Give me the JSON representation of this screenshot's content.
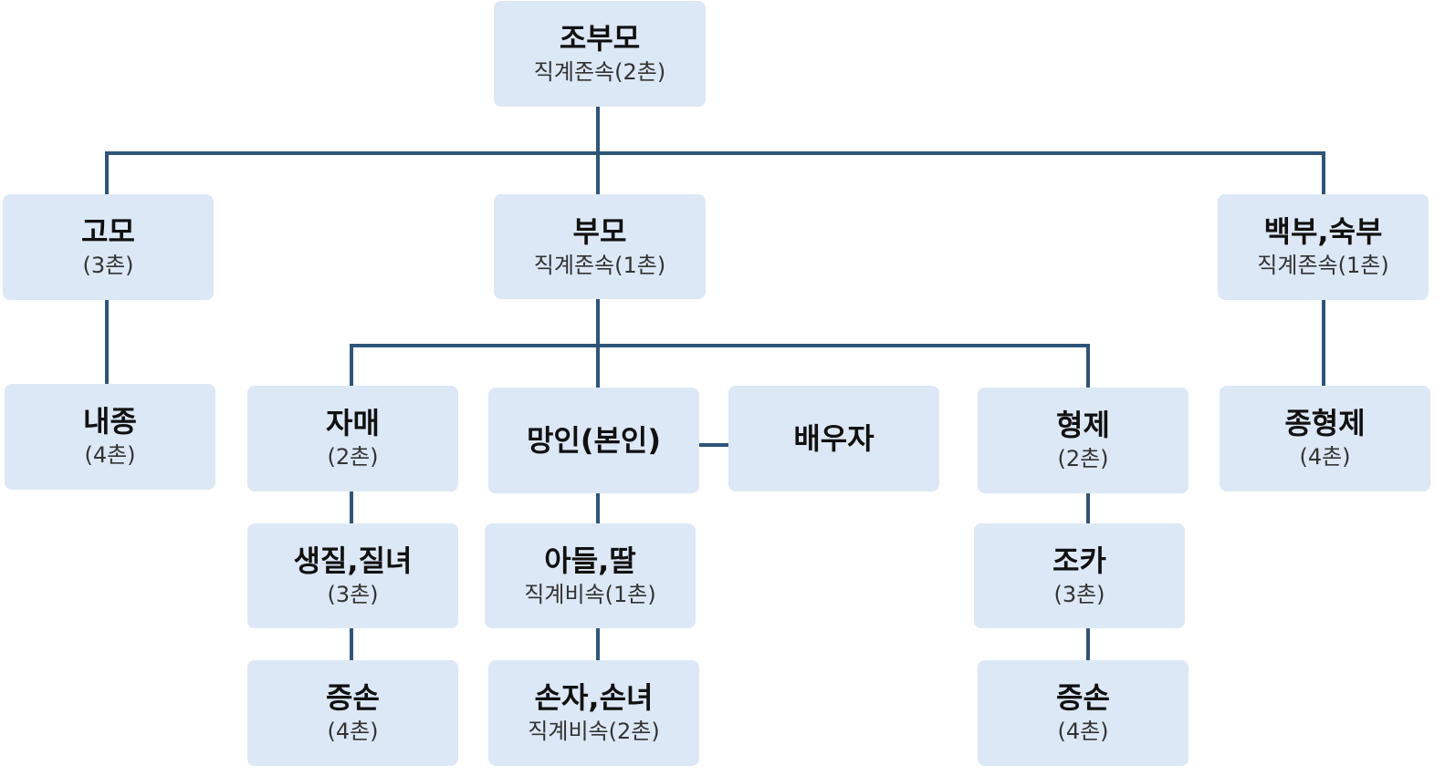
{
  "diagram": {
    "line_color": "#2e5578",
    "box_color": "#dce8f5",
    "nodes": [
      {
        "id": "grandparents",
        "name": "조부모",
        "relation": "직계존속(2촌)"
      },
      {
        "id": "aunt",
        "name": "고모",
        "relation": "(3촌)"
      },
      {
        "id": "parents",
        "name": "부모",
        "relation": "직계존속(1촌)"
      },
      {
        "id": "uncles",
        "name": "백부,숙부",
        "relation": "직계존속(1촌)"
      },
      {
        "id": "cousin-aunt-side",
        "name": "내종",
        "relation": "(4촌)"
      },
      {
        "id": "sisters",
        "name": "자매",
        "relation": "(2촌)"
      },
      {
        "id": "deceased-self",
        "name": "망인(본인)",
        "relation": ""
      },
      {
        "id": "spouse",
        "name": "배우자",
        "relation": ""
      },
      {
        "id": "brothers",
        "name": "형제",
        "relation": "(2촌)"
      },
      {
        "id": "cousin-uncle-side",
        "name": "종형제",
        "relation": "(4촌)"
      },
      {
        "id": "nephews-sister-side",
        "name": "생질,질녀",
        "relation": "(3촌)"
      },
      {
        "id": "children",
        "name": "아들,딸",
        "relation": "직계비속(1촌)"
      },
      {
        "id": "nephews-brother-side",
        "name": "조카",
        "relation": "(3촌)"
      },
      {
        "id": "grandnephews-sister-side",
        "name": "증손",
        "relation": "(4촌)"
      },
      {
        "id": "grandchildren",
        "name": "손자,손녀",
        "relation": "직계비속(2촌)"
      },
      {
        "id": "grandnephews-brother-side",
        "name": "증손",
        "relation": "(4촌)"
      }
    ]
  }
}
